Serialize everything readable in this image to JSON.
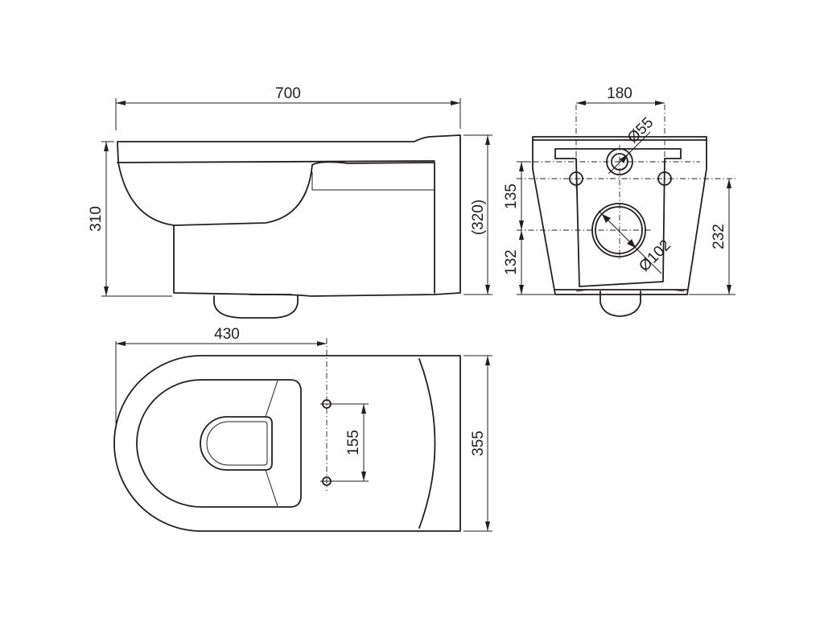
{
  "colors": {
    "line": "#231f20",
    "background": "#ffffff"
  },
  "side_view": {
    "total_length": "700",
    "height": "310",
    "height_with_seat": "(320)"
  },
  "back_view": {
    "fixing_spacing": "180",
    "inlet_diameter": "Ø55",
    "outlet_diameter": "Ø102",
    "inlet_to_outlet": "135",
    "outlet_height": "132",
    "fixing_height": "232"
  },
  "top_view": {
    "fixing_distance": "430",
    "fixing_spacing": "155",
    "width": "355"
  }
}
